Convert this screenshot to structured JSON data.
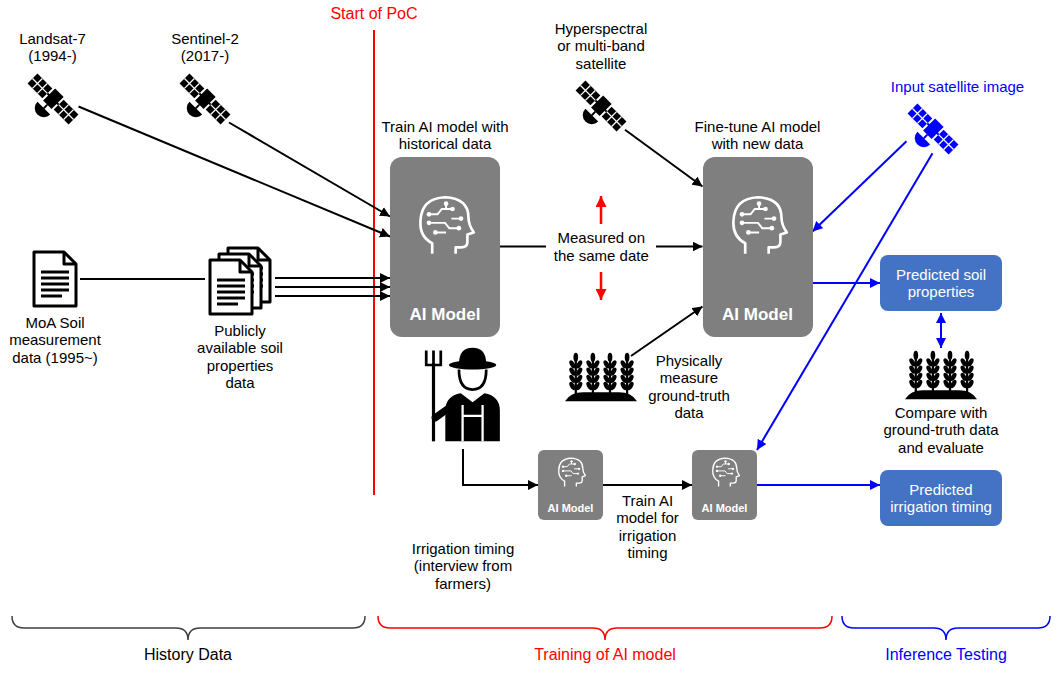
{
  "diagram": {
    "nodes": [
      {
        "text": [
          "Landsat-7 (1994-)"
        ]
      },
      {
        "text": [
          "Sentinel-2 (2017-)"
        ]
      },
      {
        "text": [
          "MoA Soil measurement data (1995~)"
        ]
      },
      {
        "text": [
          "Publicly available soil properties data"
        ]
      },
      {
        "text": [
          "Train AI model with historical data",
          "AI Model"
        ]
      },
      {
        "text": [
          "Hyperspectral or multi-band satellite"
        ]
      },
      {
        "text": [
          "Physically measure ground-truth data"
        ]
      },
      {
        "text": [
          "Fine-tune AI model with new data",
          "AI Model"
        ]
      },
      {
        "text": [
          "Input satellite image"
        ]
      },
      {
        "text": [
          "Predicted soil properties"
        ]
      },
      {
        "text": [
          "Compare with ground-truth data and evaluate"
        ]
      },
      {
        "text": [
          "Irrigation timing (interview from farmers)"
        ]
      },
      {
        "text": [
          "AI Model"
        ]
      },
      {
        "text": [
          "AI Model"
        ]
      },
      {
        "text": [
          "Predicted irrigation timing"
        ]
      }
    ],
    "edges": [
      {
        "from": 0,
        "to": 4,
        "arrow": "to"
      },
      {
        "from": 1,
        "to": 4,
        "arrow": "to"
      },
      {
        "from": 2,
        "to": 3,
        "arrow": "none"
      },
      {
        "from": 3,
        "to": 4,
        "arrow": "to"
      },
      {
        "from": 4,
        "to": 7,
        "label": "Measured on the same date",
        "arrow": "to"
      },
      {
        "from": 5,
        "to": 7,
        "arrow": "to"
      },
      {
        "from": 6,
        "to": 7,
        "arrow": "to"
      },
      {
        "from": 8,
        "to": 7,
        "arrow": "to"
      },
      {
        "from": 7,
        "to": 9,
        "arrow": "to"
      },
      {
        "from": 8,
        "to": 13,
        "arrow": "to"
      },
      {
        "from": 9,
        "to": 10,
        "arrow": "both"
      },
      {
        "from": 11,
        "to": 12,
        "arrow": "to"
      },
      {
        "from": 12,
        "to": 13,
        "label": "Train AI model for irrigation timing",
        "arrow": "to"
      },
      {
        "from": 13,
        "to": 14,
        "arrow": "to"
      }
    ],
    "labels": [
      "Start of PoC",
      "History Data",
      "Training of AI model",
      "Inference Testing"
    ]
  }
}
